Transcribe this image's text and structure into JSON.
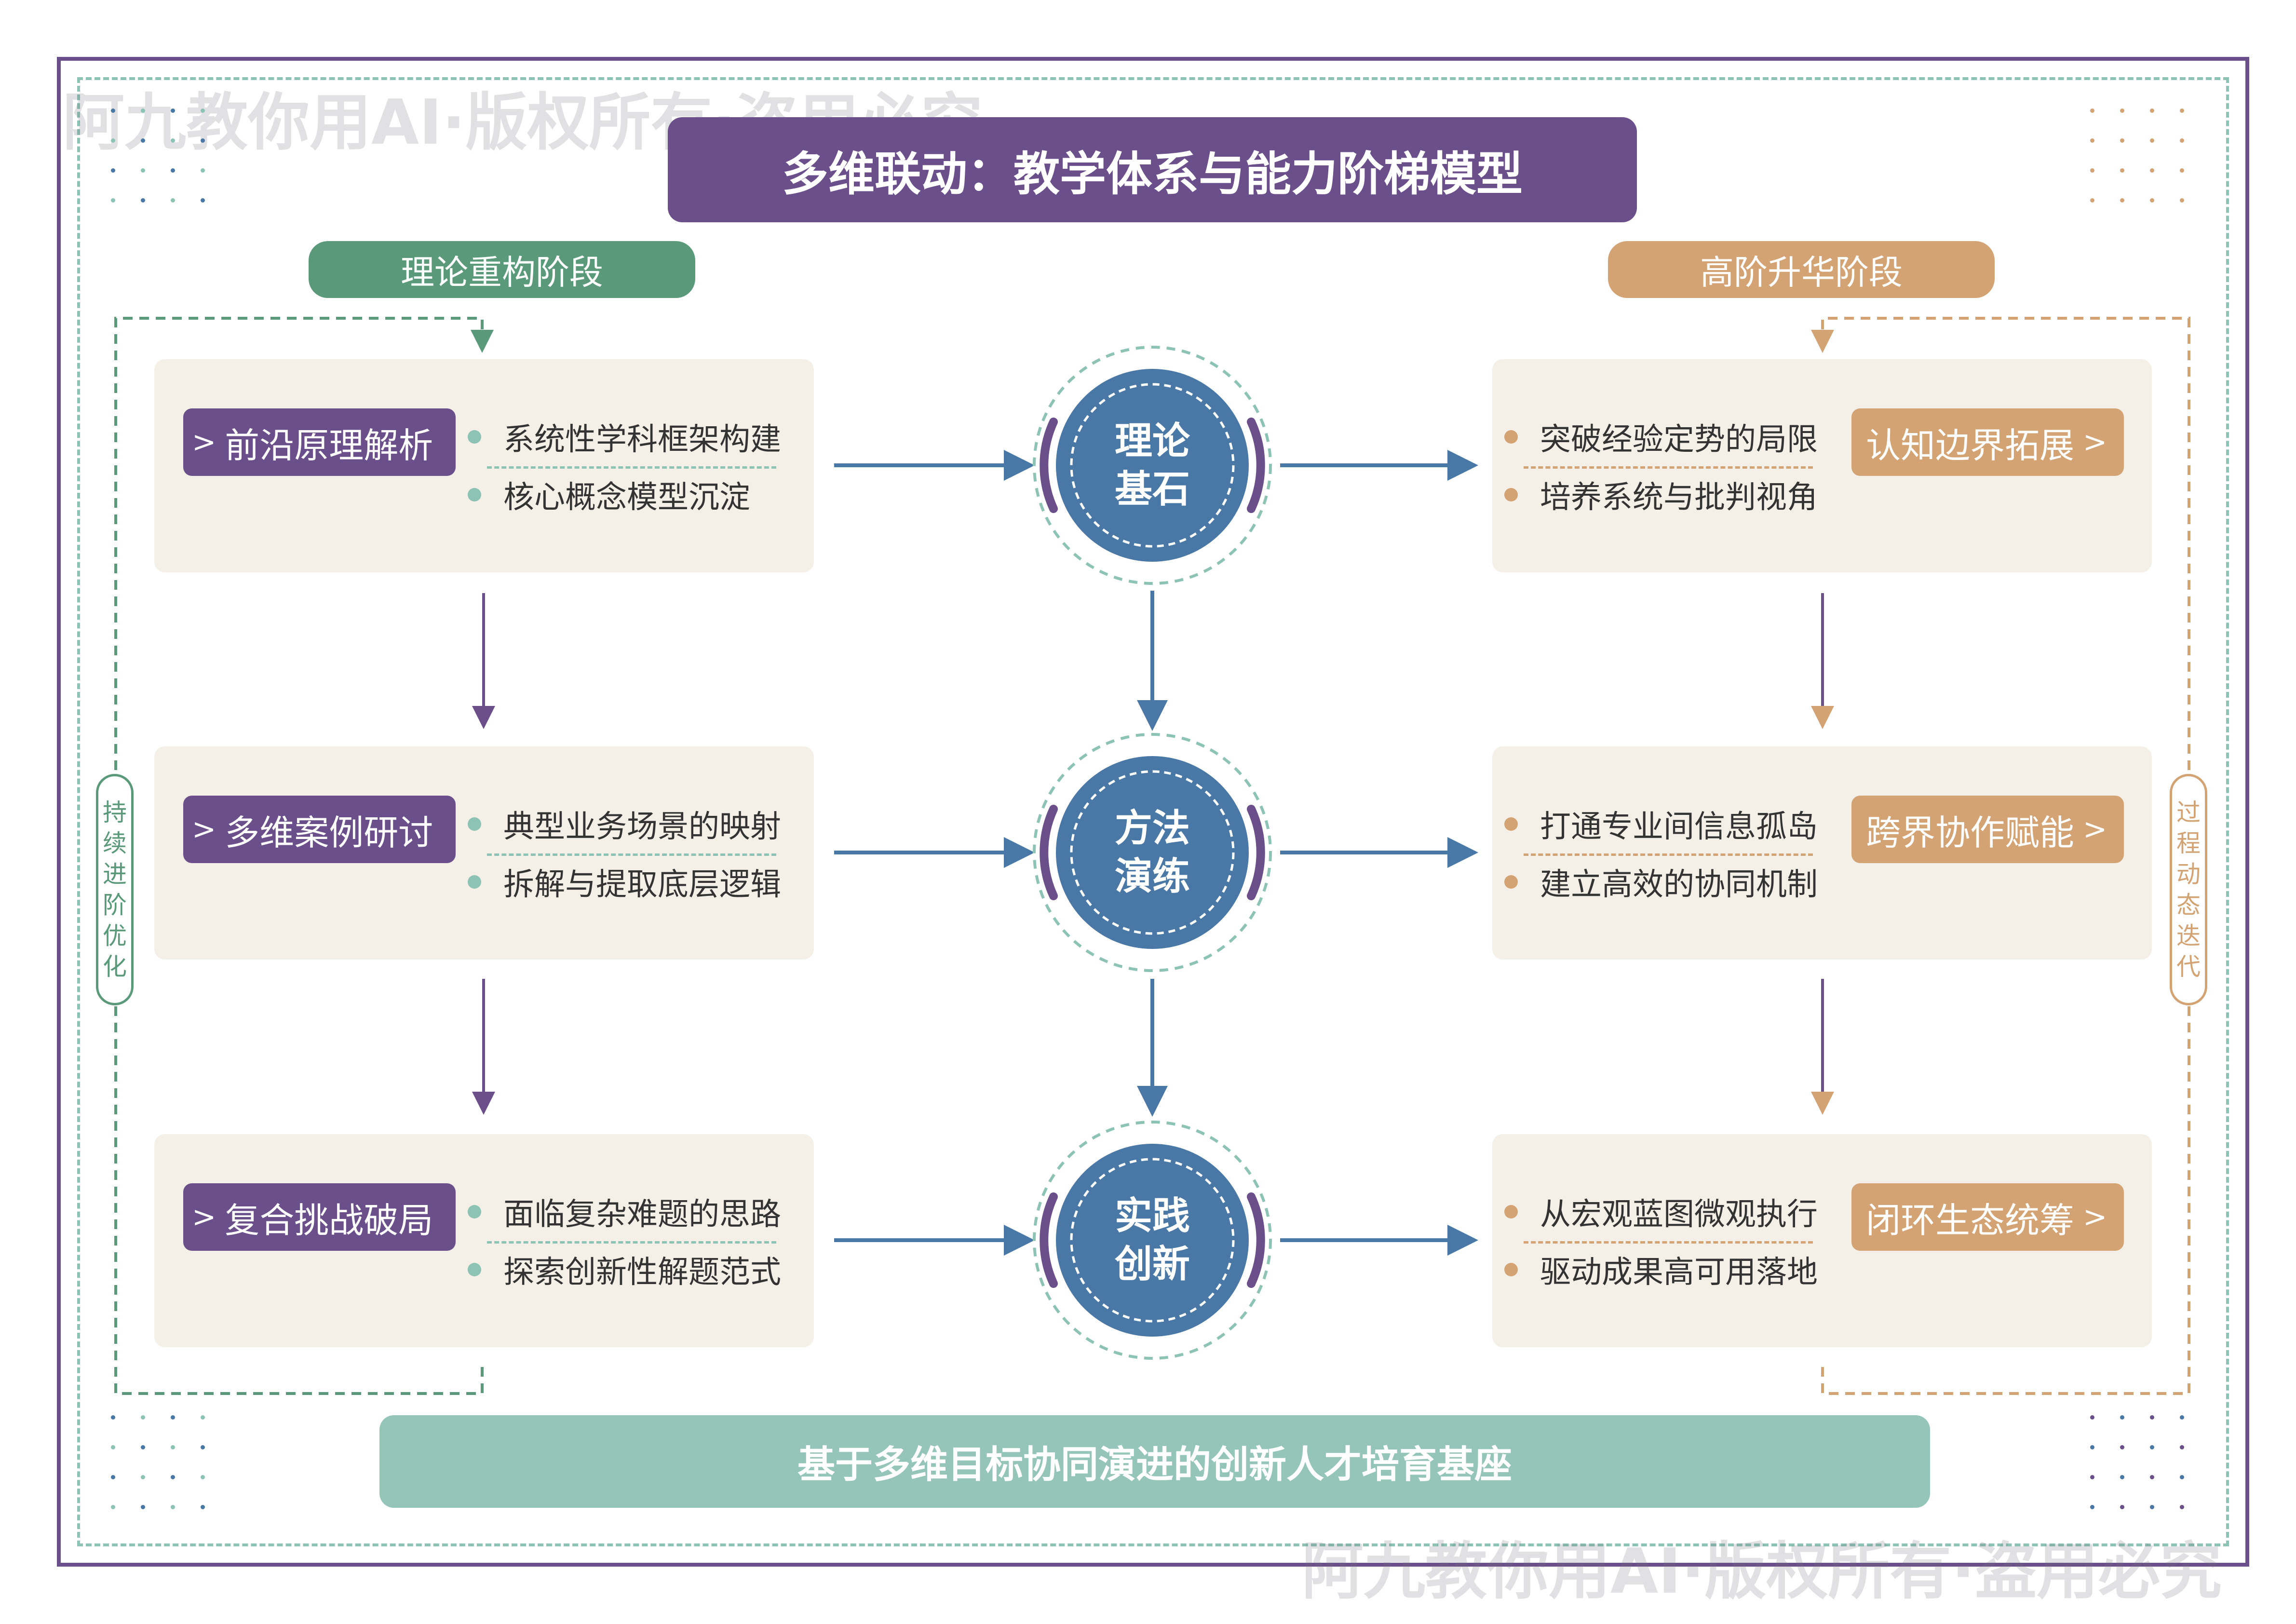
{
  "title": "多维联动：教学体系与能力阶梯模型",
  "watermark": "阿九教你用AI·版权所有·盗用必究",
  "stages": {
    "left": "理论重构阶段",
    "right": "高阶升华阶段"
  },
  "side_tags": {
    "left": [
      "持",
      "续",
      "进",
      "阶",
      "优",
      "化"
    ],
    "right": [
      "过",
      "程",
      "动",
      "态",
      "迭",
      "代"
    ]
  },
  "left_cards": [
    {
      "tag": "前沿原理解析",
      "items": [
        "系统性学科框架构建",
        "核心概念模型沉淀"
      ]
    },
    {
      "tag": "多维案例研讨",
      "items": [
        "典型业务场景的映射",
        "拆解与提取底层逻辑"
      ]
    },
    {
      "tag": "复合挑战破局",
      "items": [
        "面临复杂难题的思路",
        "探索创新性解题范式"
      ]
    }
  ],
  "hubs": [
    {
      "line1": "理论",
      "line2": "基石"
    },
    {
      "line1": "方法",
      "line2": "演练"
    },
    {
      "line1": "实践",
      "line2": "创新"
    }
  ],
  "right_cards": [
    {
      "tag": "认知边界拓展",
      "items": [
        "突破经验定势的局限",
        "培养系统与批判视角"
      ]
    },
    {
      "tag": "跨界协作赋能",
      "items": [
        "打通专业间信息孤岛",
        "建立高效的协同机制"
      ]
    },
    {
      "tag": "闭环生态统筹",
      "items": [
        "从宏观蓝图微观执行",
        "驱动成果高可用落地"
      ]
    }
  ],
  "footer": "基于多维目标协同演进的创新人才培育基座",
  "colors": {
    "purple": "#6b4f8a",
    "green": "#5a9a7a",
    "mint": "#8cc3b4",
    "orange": "#d4a373",
    "blue": "#4a78a6",
    "card_bg": "#f4f0e8"
  },
  "icons": {
    "tag_chevron": "chevron-right-icon"
  }
}
